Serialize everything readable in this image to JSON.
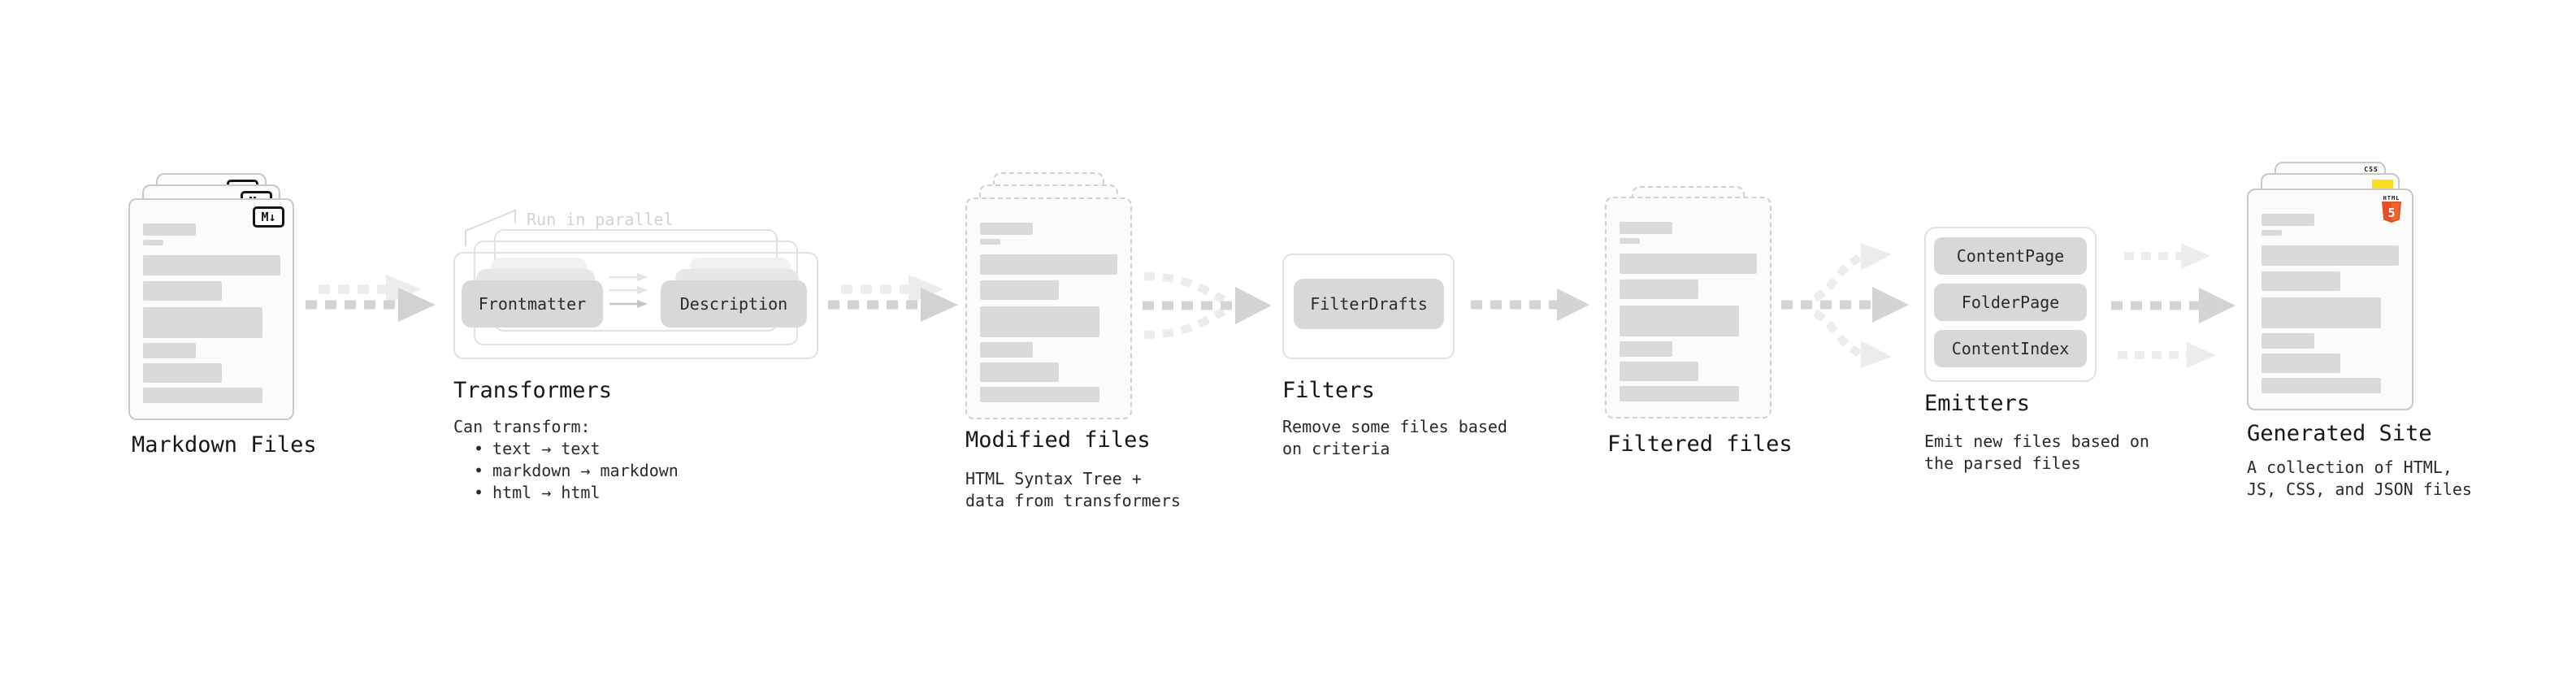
{
  "icons": {
    "bullet": "•",
    "markdown_badge": "M↓"
  },
  "colors": {
    "html5_orange": "#e44d26",
    "html5_orange_light": "#f16529",
    "js_yellow": "#f7df1e",
    "css_blue": "#2965f1"
  },
  "stages": {
    "markdown_files": {
      "title": "Markdown Files"
    },
    "transformers": {
      "title": "Transformers",
      "annotation": "Run in parallel",
      "pills": [
        "Frontmatter",
        "Description"
      ],
      "caption": "Can transform:",
      "bullets": [
        "text → text",
        "markdown → markdown",
        "html → html"
      ]
    },
    "modified_files": {
      "title": "Modified files",
      "caption_lines": [
        "HTML Syntax Tree +",
        "data from transformers"
      ]
    },
    "filters": {
      "title": "Filters",
      "pills": [
        "FilterDrafts"
      ],
      "caption_lines": [
        "Remove some files based",
        "on criteria"
      ]
    },
    "filtered_files": {
      "title": "Filtered files"
    },
    "emitters": {
      "title": "Emitters",
      "pills": [
        "ContentPage",
        "FolderPage",
        "ContentIndex"
      ],
      "caption_lines": [
        "Emit new files based on",
        "the parsed files"
      ]
    },
    "generated_site": {
      "title": "Generated Site",
      "caption_lines": [
        "A collection of HTML,",
        "JS, CSS, and JSON files"
      ],
      "file_badges": {
        "css": "CSS",
        "html": "HTML",
        "html_five": "5"
      }
    }
  }
}
